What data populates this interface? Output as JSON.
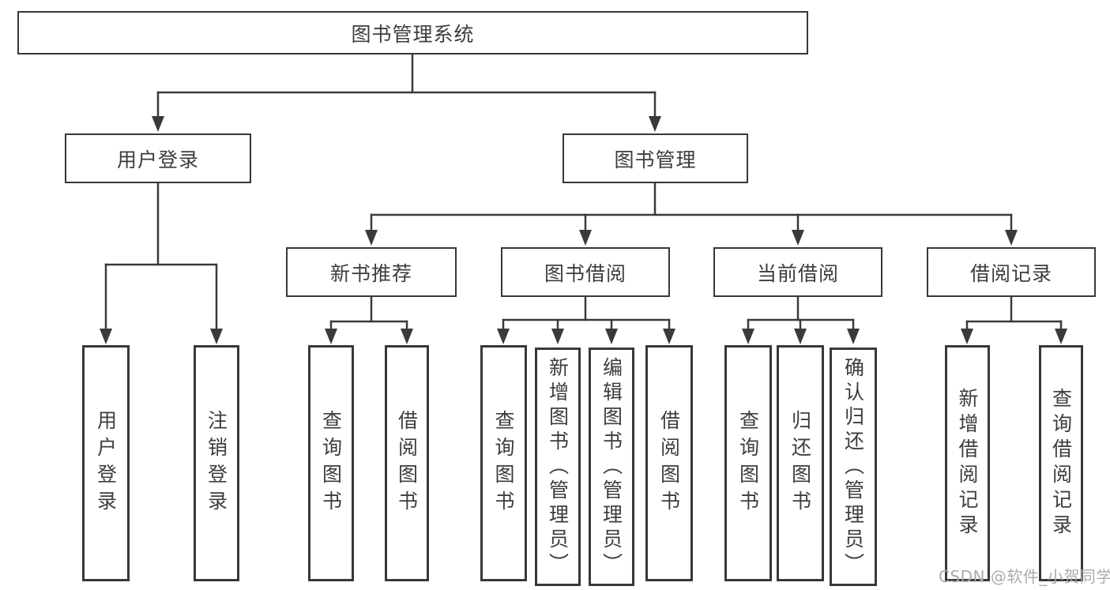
{
  "tree": {
    "label": "图书管理系统",
    "children": [
      {
        "label": "用户登录",
        "children": [
          {
            "label": "用户登录"
          },
          {
            "label": "注销登录"
          }
        ]
      },
      {
        "label": "图书管理",
        "children": [
          {
            "label": "新书推荐",
            "children": [
              {
                "label": "查询图书"
              },
              {
                "label": "借阅图书"
              }
            ]
          },
          {
            "label": "图书借阅",
            "children": [
              {
                "label": "查询图书"
              },
              {
                "label": "新增图书（管理员）"
              },
              {
                "label": "编辑图书（管理员）"
              },
              {
                "label": "借阅图书"
              }
            ]
          },
          {
            "label": "当前借阅",
            "children": [
              {
                "label": "查询图书"
              },
              {
                "label": "归还图书"
              },
              {
                "label": "确认归还（管理员）"
              }
            ]
          },
          {
            "label": "借阅记录",
            "children": [
              {
                "label": "新增借阅记录"
              },
              {
                "label": "查询借阅记录"
              }
            ]
          }
        ]
      }
    ]
  },
  "watermark": {
    "text": "CSDN @软件_小贺同学"
  },
  "colors": {
    "line": "#3a3a3a",
    "text": "#3d3d3d",
    "box_border": "#383838",
    "box_background": "#ffffff",
    "page_background": "#ffffff",
    "watermark": "#ababab"
  }
}
